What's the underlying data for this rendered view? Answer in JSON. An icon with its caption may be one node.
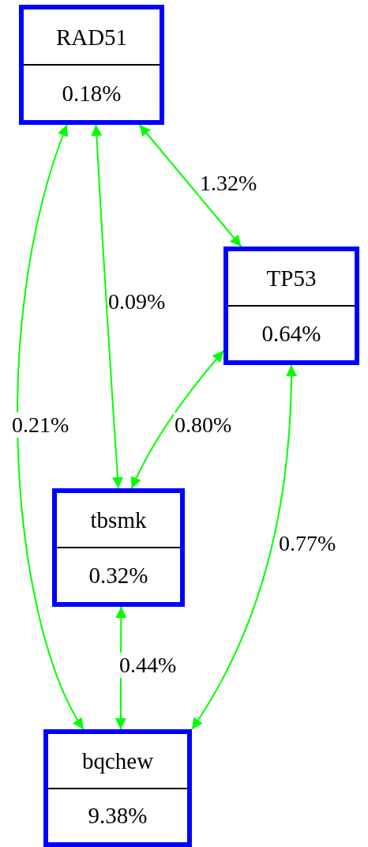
{
  "diagram": {
    "nodes": [
      {
        "text": [
          "RAD51",
          "0.18%"
        ]
      },
      {
        "text": [
          "TP53",
          "0.64%"
        ]
      },
      {
        "text": [
          "tbsmk",
          "0.32%"
        ]
      },
      {
        "text": [
          "bqchew",
          "9.38%"
        ]
      }
    ],
    "edges": [
      {
        "from": 0,
        "to": 1,
        "arrow": "both",
        "label": "1.32%"
      },
      {
        "from": 0,
        "to": 2,
        "arrow": "both",
        "label": "0.09%"
      },
      {
        "from": 0,
        "to": 3,
        "arrow": "both",
        "label": "0.21%"
      },
      {
        "from": 1,
        "to": 2,
        "arrow": "both",
        "label": "0.80%"
      },
      {
        "from": 1,
        "to": 3,
        "arrow": "both",
        "label": "0.77%"
      },
      {
        "from": 2,
        "to": 3,
        "arrow": "both",
        "label": "0.44%"
      }
    ]
  }
}
